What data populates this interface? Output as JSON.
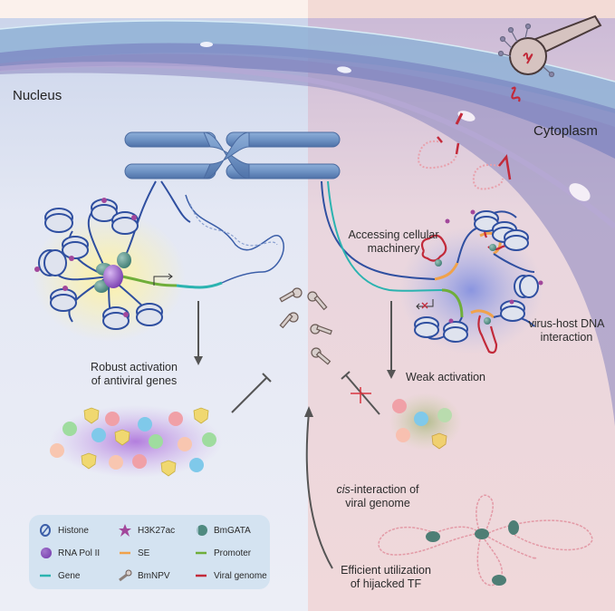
{
  "regions": {
    "nucleus_label": "Nucleus",
    "cytoplasm_label": "Cytoplasm"
  },
  "left_panel": {
    "activation_label_line1": "Robust activation",
    "activation_label_line2": "of antiviral genes"
  },
  "right_panel": {
    "accessing_line1": "Accessing cellular",
    "accessing_line2": "machinery",
    "interaction_line1": "virus-host DNA",
    "interaction_line2": "interaction",
    "weak_activation": "Weak activation",
    "cis_italic": "cis",
    "cis_rest": "-interaction of",
    "cis_line2": "viral genome",
    "efficient_line1": "Efficient utilization",
    "efficient_line2": "of hijacked TF"
  },
  "legend": {
    "items": [
      {
        "label": "Histone",
        "icon": "histone-icon",
        "color": "#3b5ea8"
      },
      {
        "label": "H3K27ac",
        "icon": "star-icon",
        "color": "#a2479b"
      },
      {
        "label": "BmGATA",
        "icon": "bmgata-icon",
        "color": "#4f8a80"
      },
      {
        "label": "RNA Pol II",
        "icon": "rna-pol-icon",
        "color": "#7e4bb4"
      },
      {
        "label": "SE",
        "icon": "se-line-icon",
        "color": "#f0a24b"
      },
      {
        "label": "Promoter",
        "icon": "promoter-line-icon",
        "color": "#6fae3a"
      },
      {
        "label": "Gene",
        "icon": "gene-line-icon",
        "color": "#2bb3b0"
      },
      {
        "label": "BmNPV",
        "icon": "bmnpv-icon",
        "color": "#8b7f7a"
      },
      {
        "label": "Viral genome",
        "icon": "viral-genome-line-icon",
        "color": "#c22a3a"
      }
    ]
  },
  "colors": {
    "nucleus_bg": "#e6eaf5",
    "cytoplasm_bg": "#f0d9d8",
    "chromosome": "#6f93c4",
    "histone": "#3b5ea8",
    "viral_genome": "#c22a3a",
    "arrow": "#555555"
  }
}
